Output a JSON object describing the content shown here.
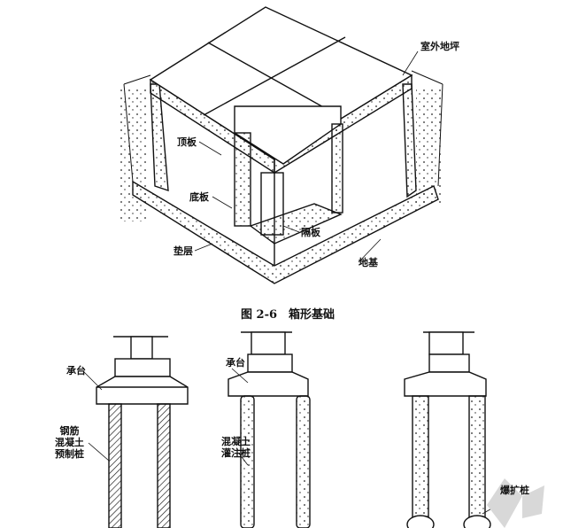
{
  "box_foundation": {
    "labels": {
      "outdoor_ground": "室外地坪",
      "top_slab": "顶板",
      "bottom_slab": "底板",
      "partition": "隔板",
      "cushion": "垫层",
      "subgrade": "地基"
    },
    "caption": "图 2-6　箱形基础"
  },
  "piles": [
    {
      "cap": "承台",
      "pile_lines": [
        "钢筋",
        "混凝土",
        "预制桩"
      ]
    },
    {
      "cap": "承台",
      "pile_lines": [
        "混凝土",
        "灌注桩"
      ]
    },
    {
      "pile_lines": [
        "爆扩桩"
      ]
    }
  ],
  "colors": {
    "ink": "#111111",
    "watermark": "#d8d8d8"
  }
}
